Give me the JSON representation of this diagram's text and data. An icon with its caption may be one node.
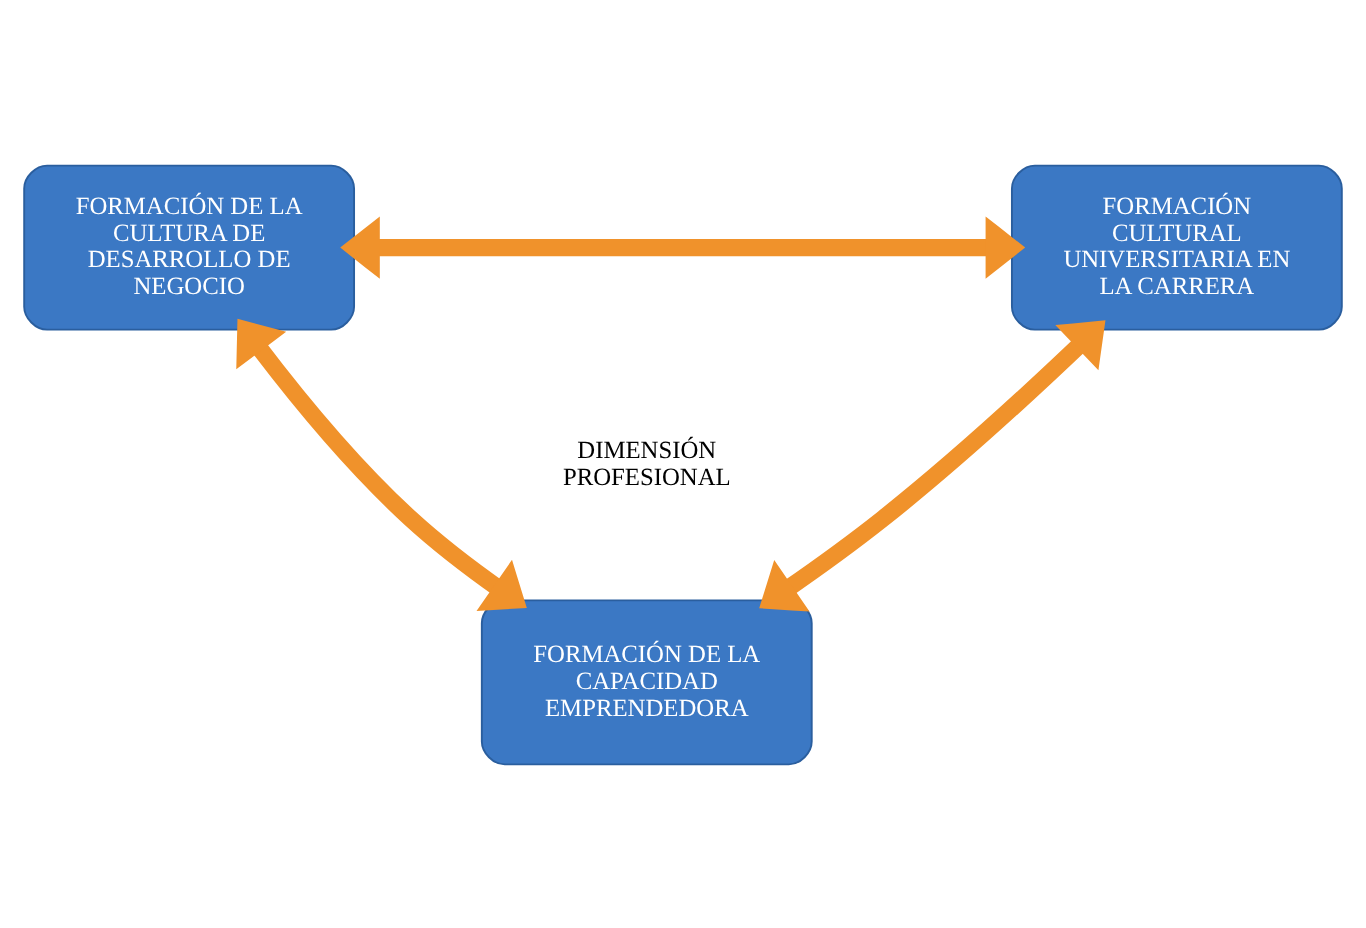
{
  "diagram": {
    "nodes": [
      {
        "text": [
          "FORMACIÓN DE LA CULTURA DE DESARROLLO DE NEGOCIO"
        ]
      },
      {
        "text": [
          "FORMACIÓN CULTURAL UNIVERSITARIA EN LA CARRERA"
        ]
      },
      {
        "text": [
          "FORMACIÓN DE LA CAPACIDAD EMPRENDEDORA"
        ]
      }
    ],
    "edges": [
      {
        "from": 0,
        "to": 1,
        "arrow": "both"
      },
      {
        "from": 0,
        "to": 2,
        "arrow": "both"
      },
      {
        "from": 1,
        "to": 2,
        "arrow": "both"
      }
    ],
    "labels": [
      "DIMENSIÓN PROFESIONAL"
    ]
  }
}
